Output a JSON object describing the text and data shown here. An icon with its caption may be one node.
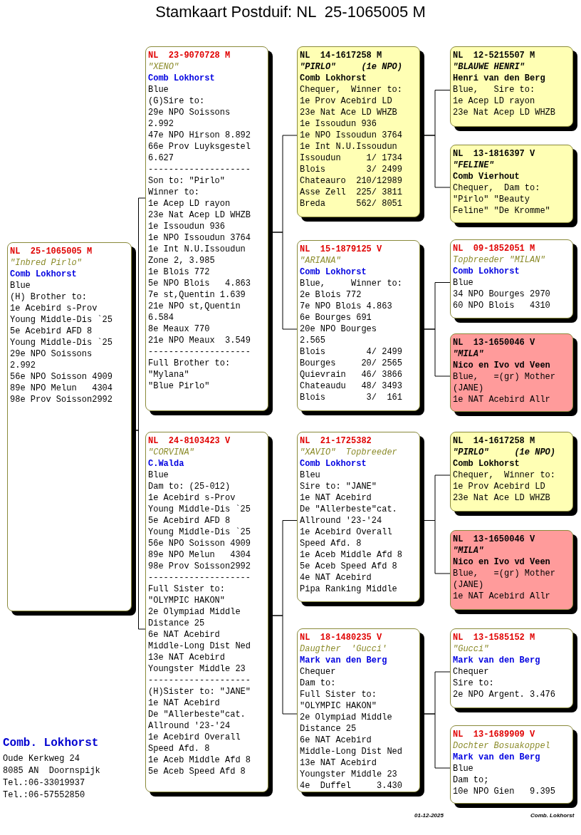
{
  "diagram": {
    "title": "Stamkaart Postduif: NL  25-1065005 M",
    "nodes": [
      {
        "text": [
          "NL  25-1065005 M",
          "\"Inbred Pirlo\"",
          "Comb Lokhorst",
          "Blue",
          "(H) Brother to:",
          "1e Acebird s-Prov",
          "Young Middle-Dis `25",
          "5e Acebird AFD 8",
          "Young Middle-Dis `25",
          "29e NPO Soissons",
          "2.992",
          "56e NPO Soisson 4909",
          "89e NPO Melun   4304",
          "98e Prov Soisson2992"
        ]
      },
      {
        "text": [
          "NL  23-9070728 M",
          "\"XENO\"",
          "Comb Lokhorst",
          "Blue",
          "(G)Sire to:",
          "29e NPO Soissons",
          "2.992",
          "47e NPO Hirson 8.892",
          "66e Prov Luyksgestel",
          "6.627",
          "--------------------",
          "Son to: \"Pirlo\"",
          "Winner to:",
          "1e Acep LD rayon",
          "23e Nat Acep LD WHZB",
          "1e Issoudun 936",
          "1e NPO Issoudun 3764",
          "1e Int N.U.Issoudun",
          "Zone 2, 3.985",
          "1e Blois 772",
          "5e NPO Blois   4.863",
          "7e st,Quentin 1.639",
          "21e NPO st,Quentin",
          "6.584",
          "8e Meaux 770",
          "21e NPO Meaux  3.549",
          "--------------------",
          "Full Brother to:",
          "\"Mylana\"",
          "\"Blue Pirlo\""
        ]
      },
      {
        "text": [
          "NL  24-8103423 V",
          "\"CORVINA\"",
          "C.Walda",
          "Blue",
          "Dam to: (25-012)",
          "1e Acebird s-Prov",
          "Young Middle-Dis `25",
          "5e Acebird AFD 8",
          "Young Middle-Dis `25",
          "56e NPO Soisson 4909",
          "89e NPO Melun   4304",
          "98e Prov Soisson2992",
          "--------------------",
          "Full Sister to:",
          "\"OLYMPIC HAKON\"",
          "2e Olympiad Middle",
          "Distance 25",
          "6e NAT Acebird",
          "Middle-Long Dist Ned",
          "13e NAT Acebird",
          "Youngster Middle 23",
          "--------------------",
          "(H)Sister to: \"JANE\"",
          "1e NAT Acebird",
          "De \"Allerbeste\"cat.",
          "Allround '23-'24",
          "1e Acebird Overall",
          "Speed Afd. 8",
          "1e Aceb Middle Afd 8",
          "5e Aceb Speed Afd 8"
        ]
      },
      {
        "text": [
          "NL  14-1617258 M",
          "\"PIRLO\"     (1e NPO)",
          "Comb Lokhorst",
          "Chequer,  Winner to:",
          "1e Prov Acebird LD",
          "23e Nat Ace LD WHZB",
          "1e Issoudun 936",
          "1e NPO Issoudun 3764",
          "1e Int N.U.Issoudun",
          "Issoudun     1/ 1734",
          "Blois        3/ 2499",
          "Chateauro  210/12989",
          "Asse Zell  225/ 3811",
          "Breda      562/ 8051"
        ]
      },
      {
        "text": [
          "NL  15-1879125 V",
          "\"ARIANA\"",
          "Comb Lokhorst",
          "Blue,     Winner to:",
          "2e Blois 772",
          "7e NPO Blois 4.863",
          "6e Bourges 691",
          "20e NPO Bourges",
          "2.565",
          "Blois        4/ 2499",
          "Bourges     20/ 2565",
          "Quievrain   46/ 3866",
          "Chateaudu   48/ 3493",
          "Blois        3/  161"
        ]
      },
      {
        "text": [
          "NL  21-1725382",
          "\"XAVIO\"  Topbreeder",
          "Comb Lokhorst",
          "Bleu",
          "Sire to: \"JANE\"",
          "1e NAT Acebird",
          "De \"Allerbeste\"cat.",
          "Allround '23-'24",
          "1e Acebird Overall",
          "Speed Afd. 8",
          "1e Aceb Middle Afd 8",
          "5e Aceb Speed Afd 8",
          "4e NAT Acebird",
          "Pipa Ranking Middle"
        ]
      },
      {
        "text": [
          "NL  18-1480235 V",
          "Daugther  'Gucci'",
          "Mark van den Berg",
          "Chequer",
          "Dam to:",
          "Full Sister to:",
          "\"OLYMPIC HAKON\"",
          "2e Olympiad Middle",
          "Distance 25",
          "6e NAT Acebird",
          "Middle-Long Dist Ned",
          "13e NAT Acebird",
          "Youngster Middle 23",
          "4e  Duffel     3.430"
        ]
      },
      {
        "text": [
          "NL  12-5215507 M",
          "\"BLAUWE HENRI\"",
          "Henri van den Berg",
          "Blue,   Sire to:",
          "1e Acep LD rayon",
          "23e Nat Acep LD WHZB"
        ]
      },
      {
        "text": [
          "NL  13-1816397 V",
          "\"FELINE\"",
          "Comb Vierhout",
          "Chequer,  Dam to:",
          "\"Pirlo\" \"Beauty",
          "Feline\" \"De Kromme\""
        ]
      },
      {
        "text": [
          "NL  09-1852051 M",
          "Topbreeder \"MILAN\"",
          "Comb Lokhorst",
          "Blue",
          "34 NPO Bourges 2970",
          "60 NPO Blois   4310"
        ]
      },
      {
        "text": [
          "NL  13-1650046 V",
          "\"MILA\"",
          "Nico en Ivo vd Veen",
          "Blue,   =(gr) Mother",
          "(JANE)",
          "1e NAT Acebird Allr"
        ]
      },
      {
        "text": [
          "NL  14-1617258 M",
          "\"PIRLO\"     (1e NPO)",
          "Comb Lokhorst",
          "Chequer,  Winner to:",
          "1e Prov Acebird LD",
          "23e Nat Ace LD WHZB"
        ]
      },
      {
        "text": [
          "NL  13-1650046 V",
          "\"MILA\"",
          "Nico en Ivo vd Veen",
          "Blue,   =(gr) Mother",
          "(JANE)",
          "1e NAT Acebird Allr"
        ]
      },
      {
        "text": [
          "NL  13-1585152 M",
          "\"Gucci\"",
          "Mark van den Berg",
          "Chequer",
          "Sire to:",
          "2e NPO Argent. 3.476"
        ]
      },
      {
        "text": [
          "NL  13-1689909 V",
          "Dochter Bosuakoppel",
          "Mark van den Berg",
          "Blue",
          "Dam to;",
          "10e NPO Gien   9.395"
        ]
      }
    ],
    "edges": [
      {
        "from": 0,
        "to": 1,
        "arrow": "none"
      },
      {
        "from": 0,
        "to": 2,
        "arrow": "none"
      },
      {
        "from": 1,
        "to": 3,
        "arrow": "none"
      },
      {
        "from": 1,
        "to": 4,
        "arrow": "none"
      },
      {
        "from": 2,
        "to": 5,
        "arrow": "none"
      },
      {
        "from": 2,
        "to": 6,
        "arrow": "none"
      },
      {
        "from": 3,
        "to": 7,
        "arrow": "none"
      },
      {
        "from": 3,
        "to": 8,
        "arrow": "none"
      },
      {
        "from": 4,
        "to": 9,
        "arrow": "none"
      },
      {
        "from": 4,
        "to": 10,
        "arrow": "none"
      },
      {
        "from": 5,
        "to": 11,
        "arrow": "none"
      },
      {
        "from": 5,
        "to": 12,
        "arrow": "none"
      },
      {
        "from": 6,
        "to": 13,
        "arrow": "none"
      },
      {
        "from": 6,
        "to": 14,
        "arrow": "none"
      }
    ],
    "labels": [
      "Comb. Lokhorst",
      "Oude Kerkweg 24",
      "8085 AN  Doornspijk",
      "Tel.:06-33019937",
      "Tel.:06-57552850",
      "01-12-2025",
      "Comb. Lokhorst"
    ]
  }
}
